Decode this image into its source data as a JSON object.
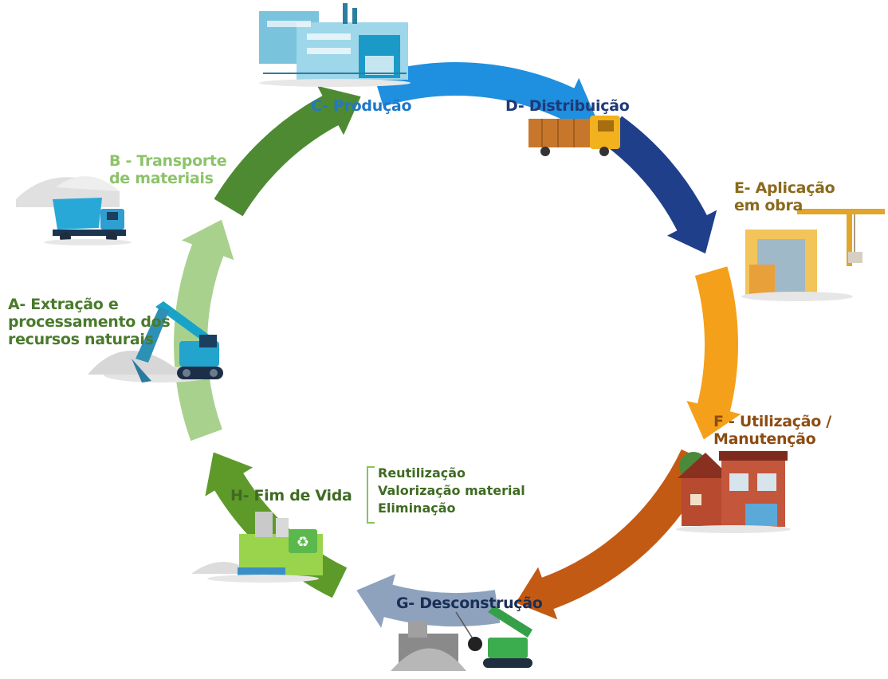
{
  "stages": {
    "a": [
      "A- Extração e",
      "processamento dos",
      "recursos naturais"
    ],
    "b": [
      "B - Transporte",
      "de materiais"
    ],
    "c": [
      "C- Produção"
    ],
    "d": [
      "D- Distribuição"
    ],
    "e": [
      "E- Aplicação",
      "em obra"
    ],
    "f": [
      "F - Utilização /",
      "Manutenção"
    ],
    "g": [
      "G- Desconstrução"
    ],
    "h": [
      "H- Fim de Vida"
    ]
  },
  "end_of_life_options": [
    "Reutilização",
    "Valorização material",
    "Eliminação"
  ],
  "colors": {
    "a": "#a9d18e",
    "b": "#4e8a32",
    "c": "#1f8fe0",
    "d": "#1f3f8a",
    "e": "#f5a01a",
    "f": "#c35a14",
    "g": "#8ea2bd",
    "h": "#5e9a2a"
  },
  "icons": [
    "excavator-icon",
    "dump-truck-icon",
    "factory-icon",
    "delivery-truck-icon",
    "construction-crane-icon",
    "houses-icon",
    "demolition-machine-icon",
    "recycling-plant-icon"
  ]
}
